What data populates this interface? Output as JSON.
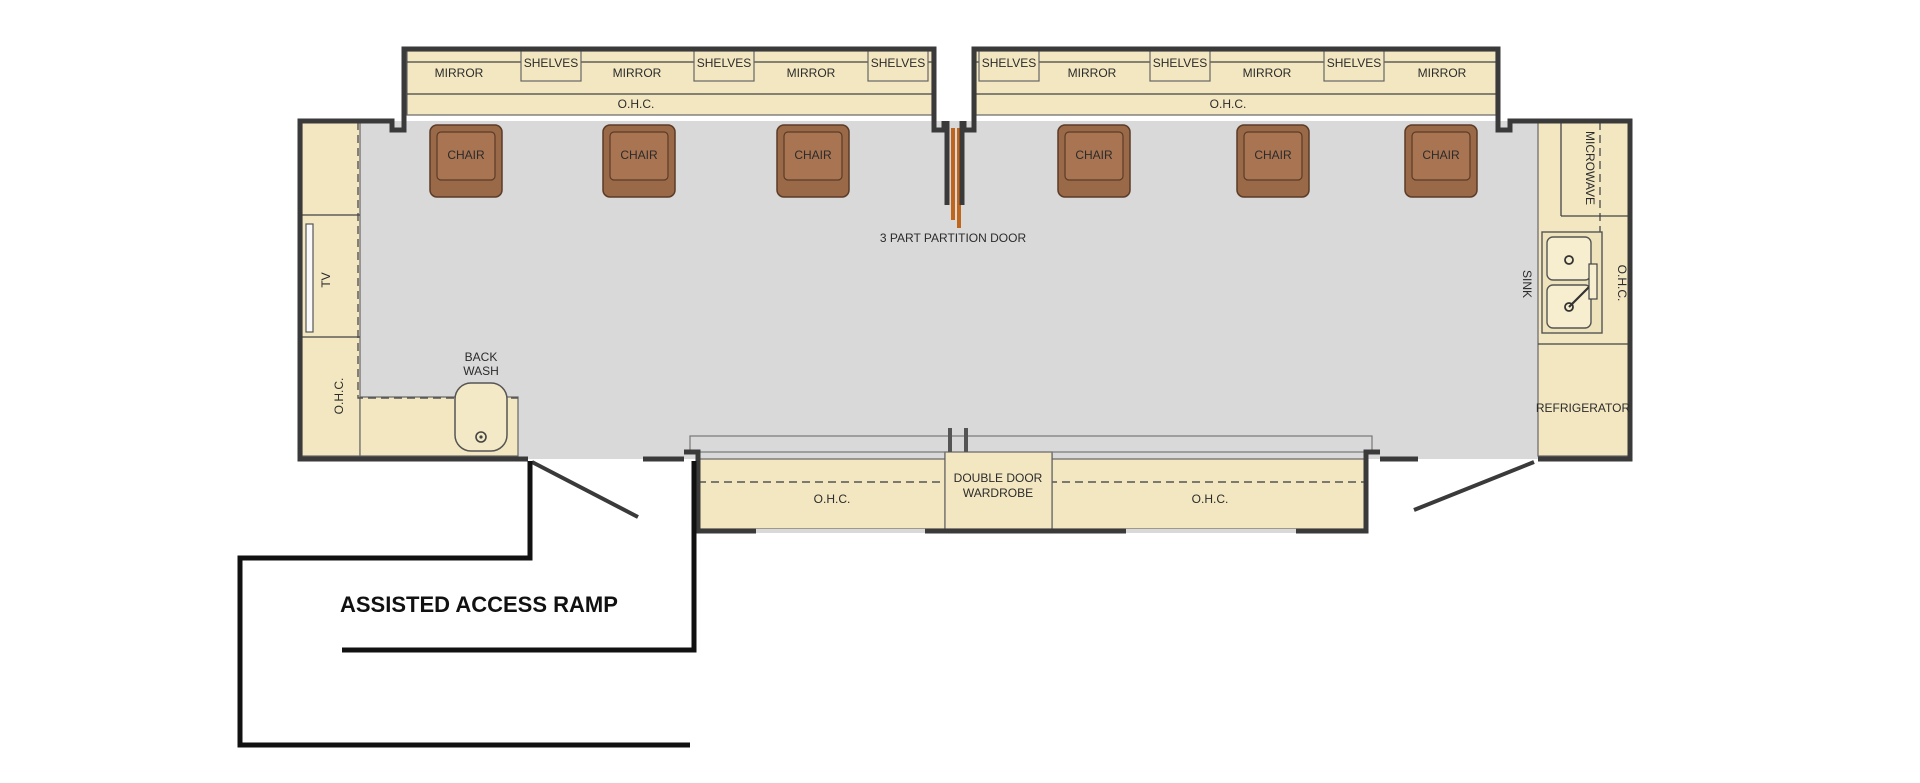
{
  "labels": {
    "mirror": "MIRROR",
    "shelves": "SHELVES",
    "ohc": "O.H.C.",
    "chair": "CHAIR",
    "partition_door": "3 PART PARTITION DOOR",
    "tv": "TV",
    "back_wash_line1": "BACK",
    "back_wash_line2": "WASH",
    "microwave": "MICROWAVE",
    "sink": "SINK",
    "refrigerator": "REFRIGERATOR",
    "wardrobe_line1": "DOUBLE DOOR",
    "wardrobe_line2": "WARDROBE",
    "ramp": "ASSISTED ACCESS RAMP"
  },
  "colors": {
    "floor": "#d9d9d9",
    "cabinet": "#f2e7c0",
    "wall": "#3a3a3a",
    "chair": "#a0704d",
    "partition_door": "#c0651c"
  }
}
